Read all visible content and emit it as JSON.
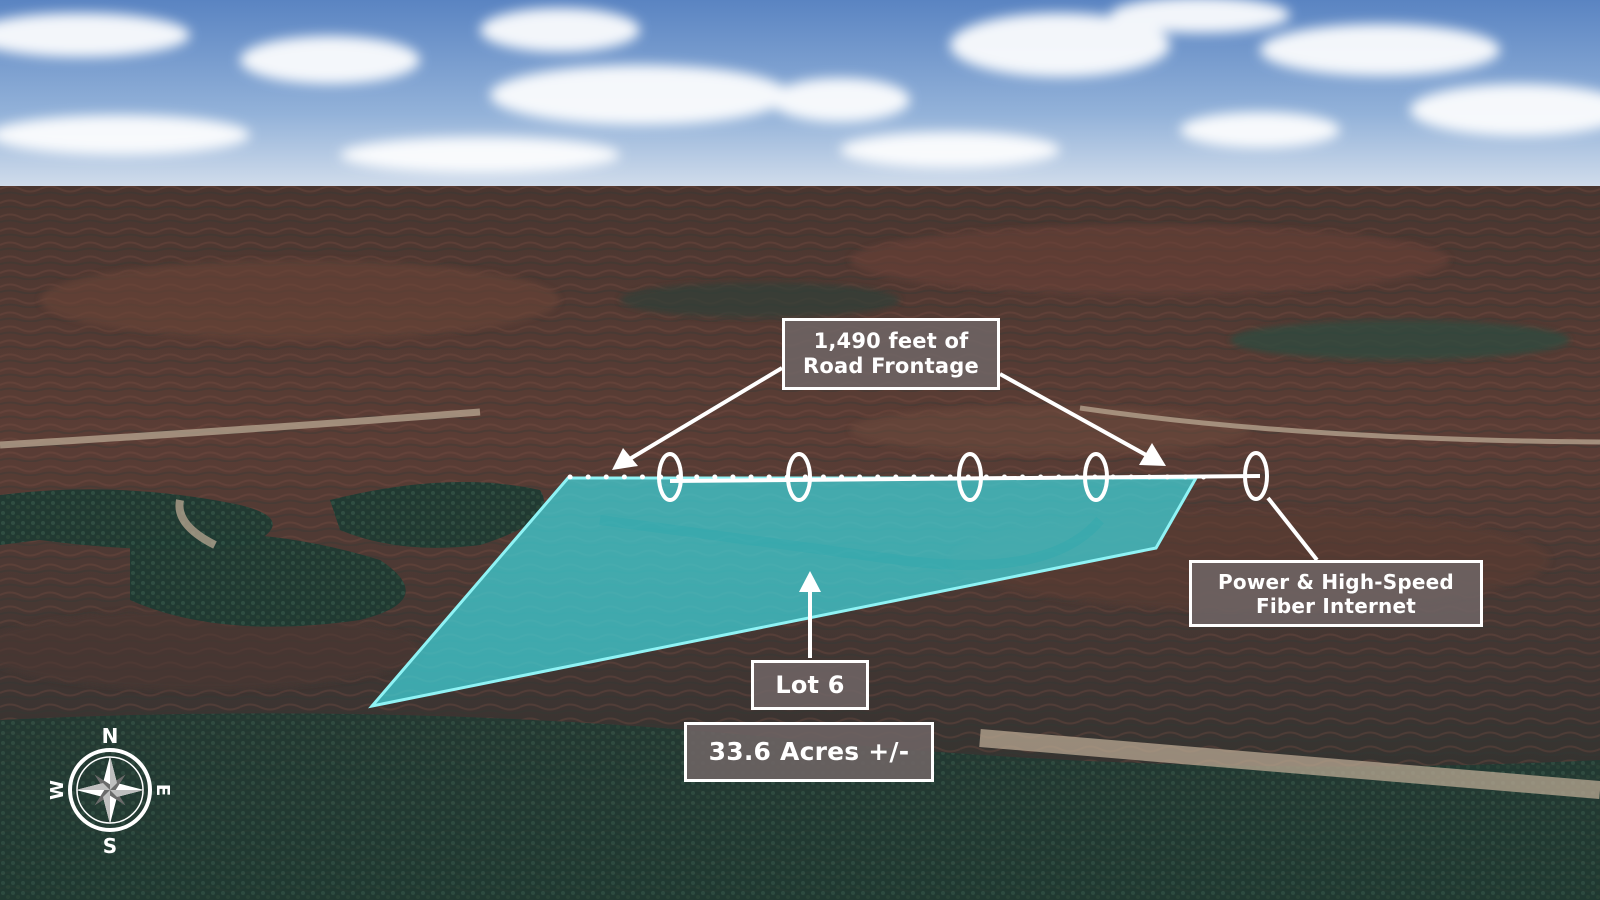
{
  "annotations": {
    "road_frontage": {
      "line1": "1,490 feet of",
      "line2": "Road Frontage"
    },
    "utilities": {
      "line1": "Power & High-Speed",
      "line2": "Fiber Internet"
    },
    "lot": {
      "name": "Lot 6",
      "area": "33.6 Acres +/-"
    }
  },
  "compass": {
    "north": "N",
    "south": "S",
    "east": "E",
    "west": "W"
  },
  "colors": {
    "parcel_fill": "#3fd6dc",
    "parcel_stroke": "#8ff3f5",
    "label_bg": "#6e6464",
    "label_border": "#ffffff",
    "sky_top": "#5b86c4",
    "sky_bottom": "#c9d8ea"
  }
}
